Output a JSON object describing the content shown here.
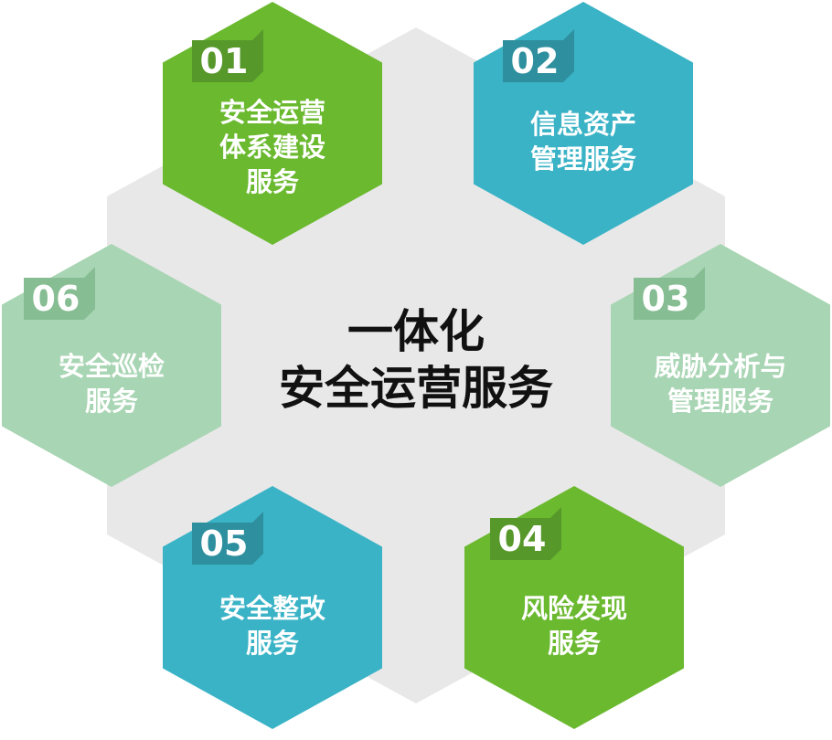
{
  "center": {
    "line1": "一体化",
    "line2": "安全运营服务"
  },
  "colors": {
    "background_hex": "#e8e8e8",
    "green": "#6ab92f",
    "green_dark": "#57982a",
    "teal": "#3ab3c6",
    "teal_dark": "#2e8f9e",
    "light_green": "#a8d5b3",
    "light_green_dark": "#86bd93"
  },
  "items": [
    {
      "num": "01",
      "lines": [
        "安全运营",
        "体系建设",
        "服务"
      ],
      "color": "green"
    },
    {
      "num": "02",
      "lines": [
        "信息资产",
        "管理服务"
      ],
      "color": "teal"
    },
    {
      "num": "03",
      "lines": [
        "威胁分析与",
        "管理服务"
      ],
      "color": "light_green"
    },
    {
      "num": "04",
      "lines": [
        "风险发现",
        "服务"
      ],
      "color": "green"
    },
    {
      "num": "05",
      "lines": [
        "安全整改",
        "服务"
      ],
      "color": "teal"
    },
    {
      "num": "06",
      "lines": [
        "安全巡检",
        "服务"
      ],
      "color": "light_green"
    }
  ]
}
